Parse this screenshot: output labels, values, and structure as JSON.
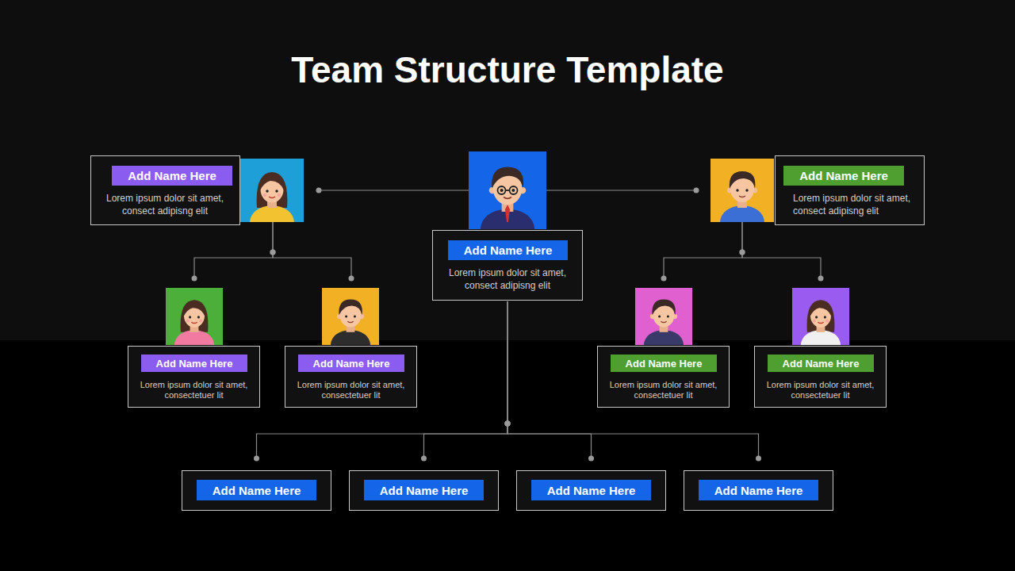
{
  "diagram": {
    "title": "Team Structure Template",
    "nodes": [
      {
        "text": [
          "Add Name Here",
          "Lorem ipsum dolor sit amet, consect adipisng elit"
        ]
      },
      {
        "text": [
          "Add Name Here",
          "Lorem ipsum dolor sit amet, consect adipisng elit"
        ]
      },
      {
        "text": [
          "Add Name Here",
          "Lorem ipsum dolor sit amet, consect adipisng elit"
        ]
      },
      {
        "text": [
          "Add Name Here",
          "Lorem ipsum dolor sit amet, consectetuer lit"
        ]
      },
      {
        "text": [
          "Add Name Here",
          "Lorem ipsum dolor sit amet, consectetuer lit"
        ]
      },
      {
        "text": [
          "Add Name Here",
          "Lorem ipsum dolor sit amet, consectetuer lit"
        ]
      },
      {
        "text": [
          "Add Name Here",
          "Lorem ipsum dolor sit amet, consectetuer lit"
        ]
      },
      {
        "text": [
          "Add Name Here"
        ]
      },
      {
        "text": [
          "Add Name Here"
        ]
      },
      {
        "text": [
          "Add Name Here"
        ]
      },
      {
        "text": [
          "Add Name Here"
        ]
      }
    ],
    "edges": [
      {
        "from": 1,
        "to": 0,
        "arrow": "none"
      },
      {
        "from": 1,
        "to": 2,
        "arrow": "none"
      },
      {
        "from": 0,
        "to": 3,
        "arrow": "none"
      },
      {
        "from": 0,
        "to": 4,
        "arrow": "none"
      },
      {
        "from": 2,
        "to": 5,
        "arrow": "none"
      },
      {
        "from": 2,
        "to": 6,
        "arrow": "none"
      },
      {
        "from": 1,
        "to": 7,
        "arrow": "none"
      },
      {
        "from": 1,
        "to": 8,
        "arrow": "none"
      },
      {
        "from": 1,
        "to": 9,
        "arrow": "none"
      },
      {
        "from": 1,
        "to": 10,
        "arrow": "none"
      }
    ]
  }
}
